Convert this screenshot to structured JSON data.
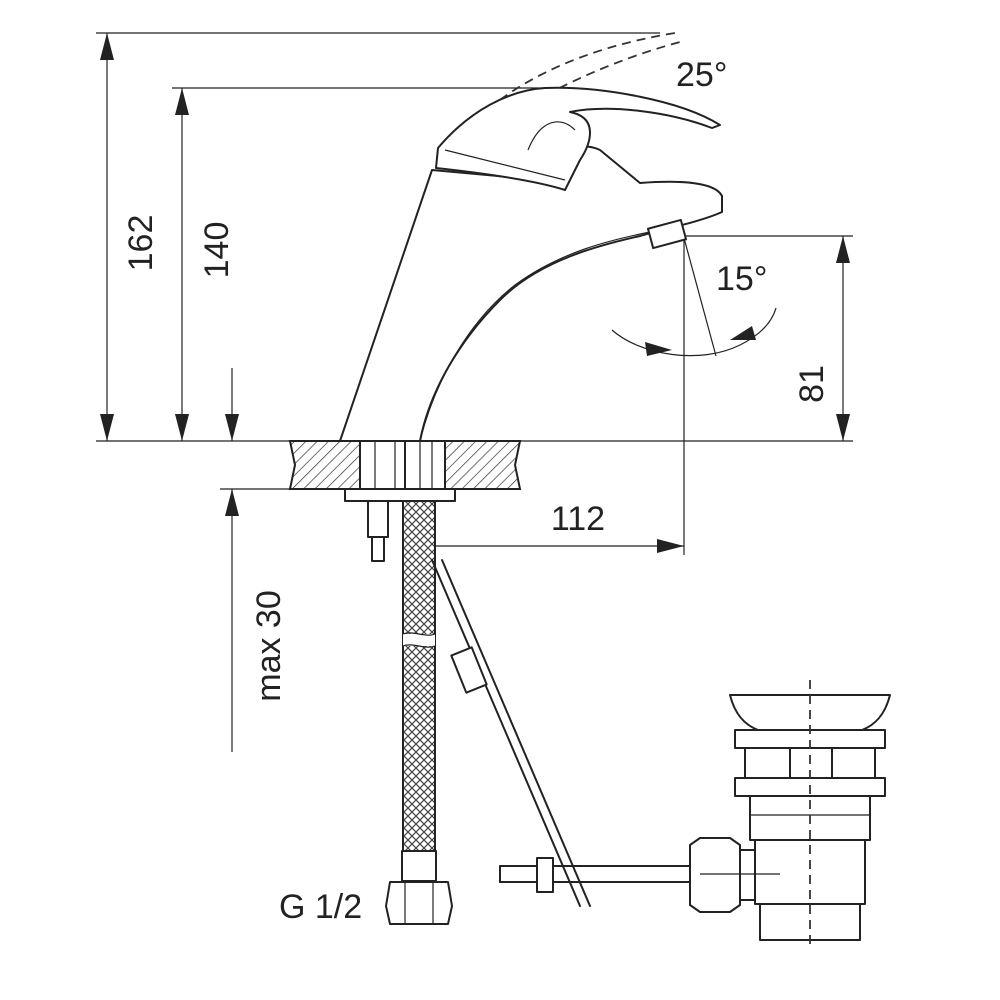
{
  "dimensions": {
    "total_height": "162",
    "spout_height": "140",
    "aerator_height": "81",
    "spout_reach": "112",
    "max_thickness": "max 30",
    "lever_angle": "25°",
    "aerator_angle": "15°"
  },
  "connection": {
    "thread": "G 1/2"
  }
}
